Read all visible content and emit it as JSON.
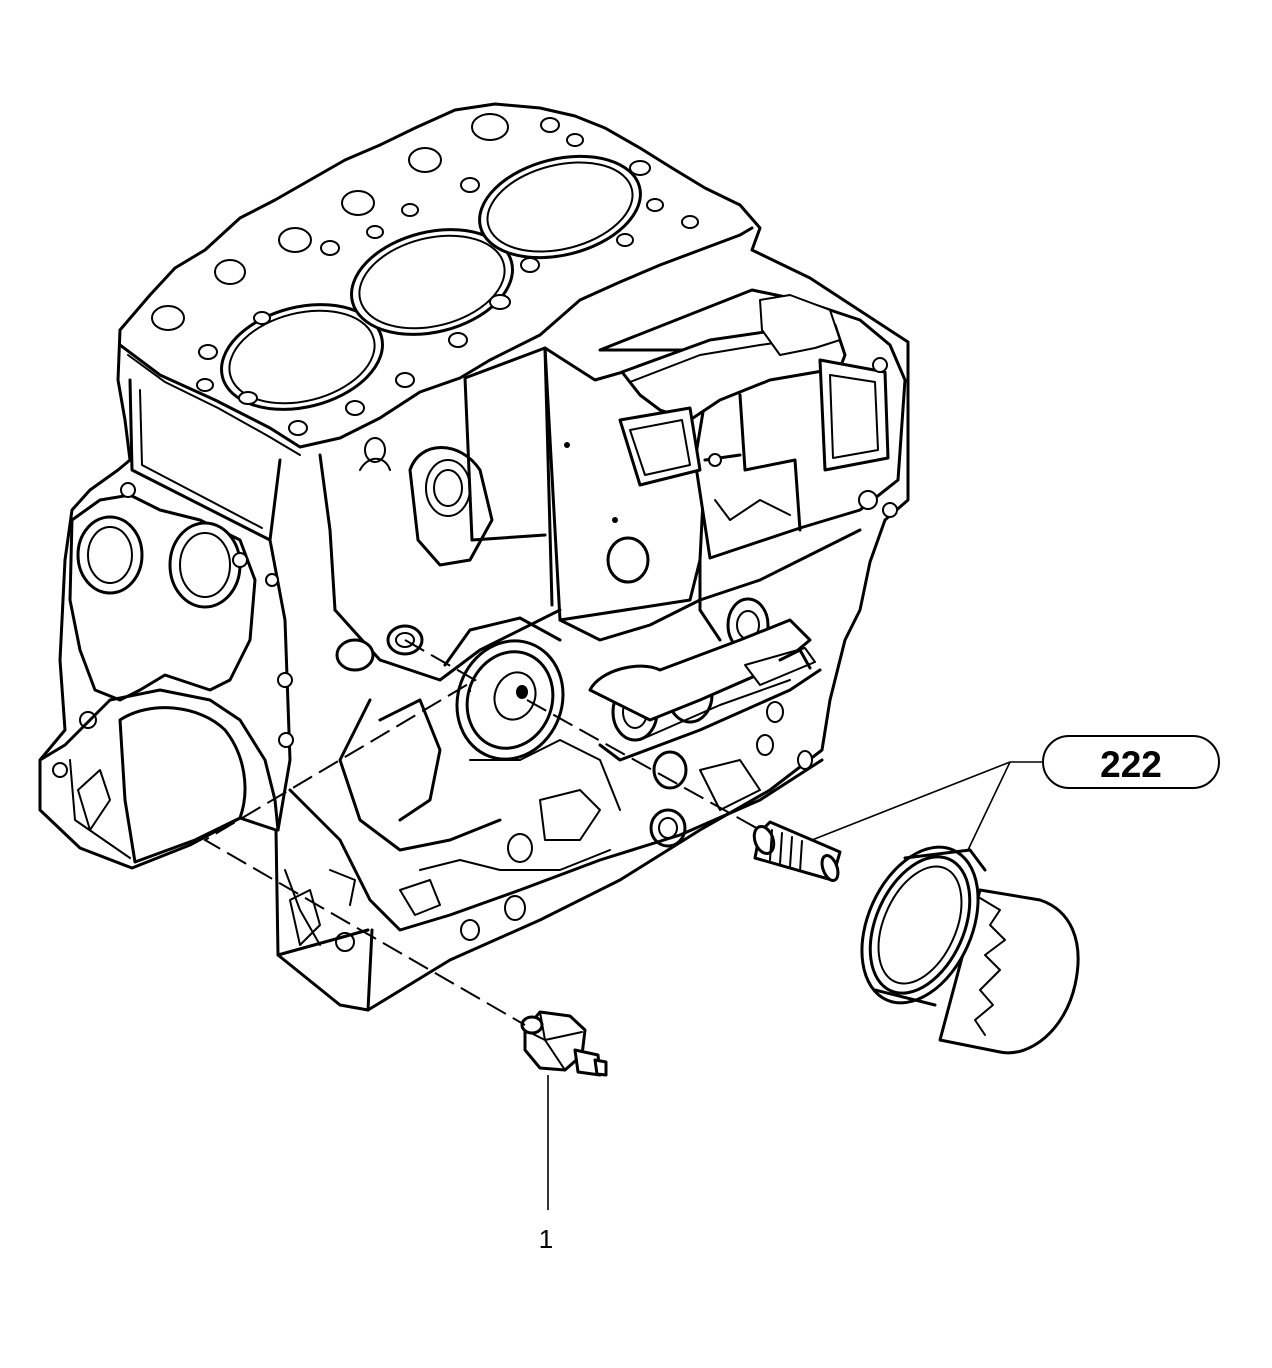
{
  "callouts": [
    {
      "id": "ref-group",
      "text": "222",
      "boxed": true
    },
    {
      "id": "ref-item",
      "text": "1",
      "boxed": false
    }
  ],
  "colors": {
    "line": "#000000",
    "background": "#ffffff"
  }
}
